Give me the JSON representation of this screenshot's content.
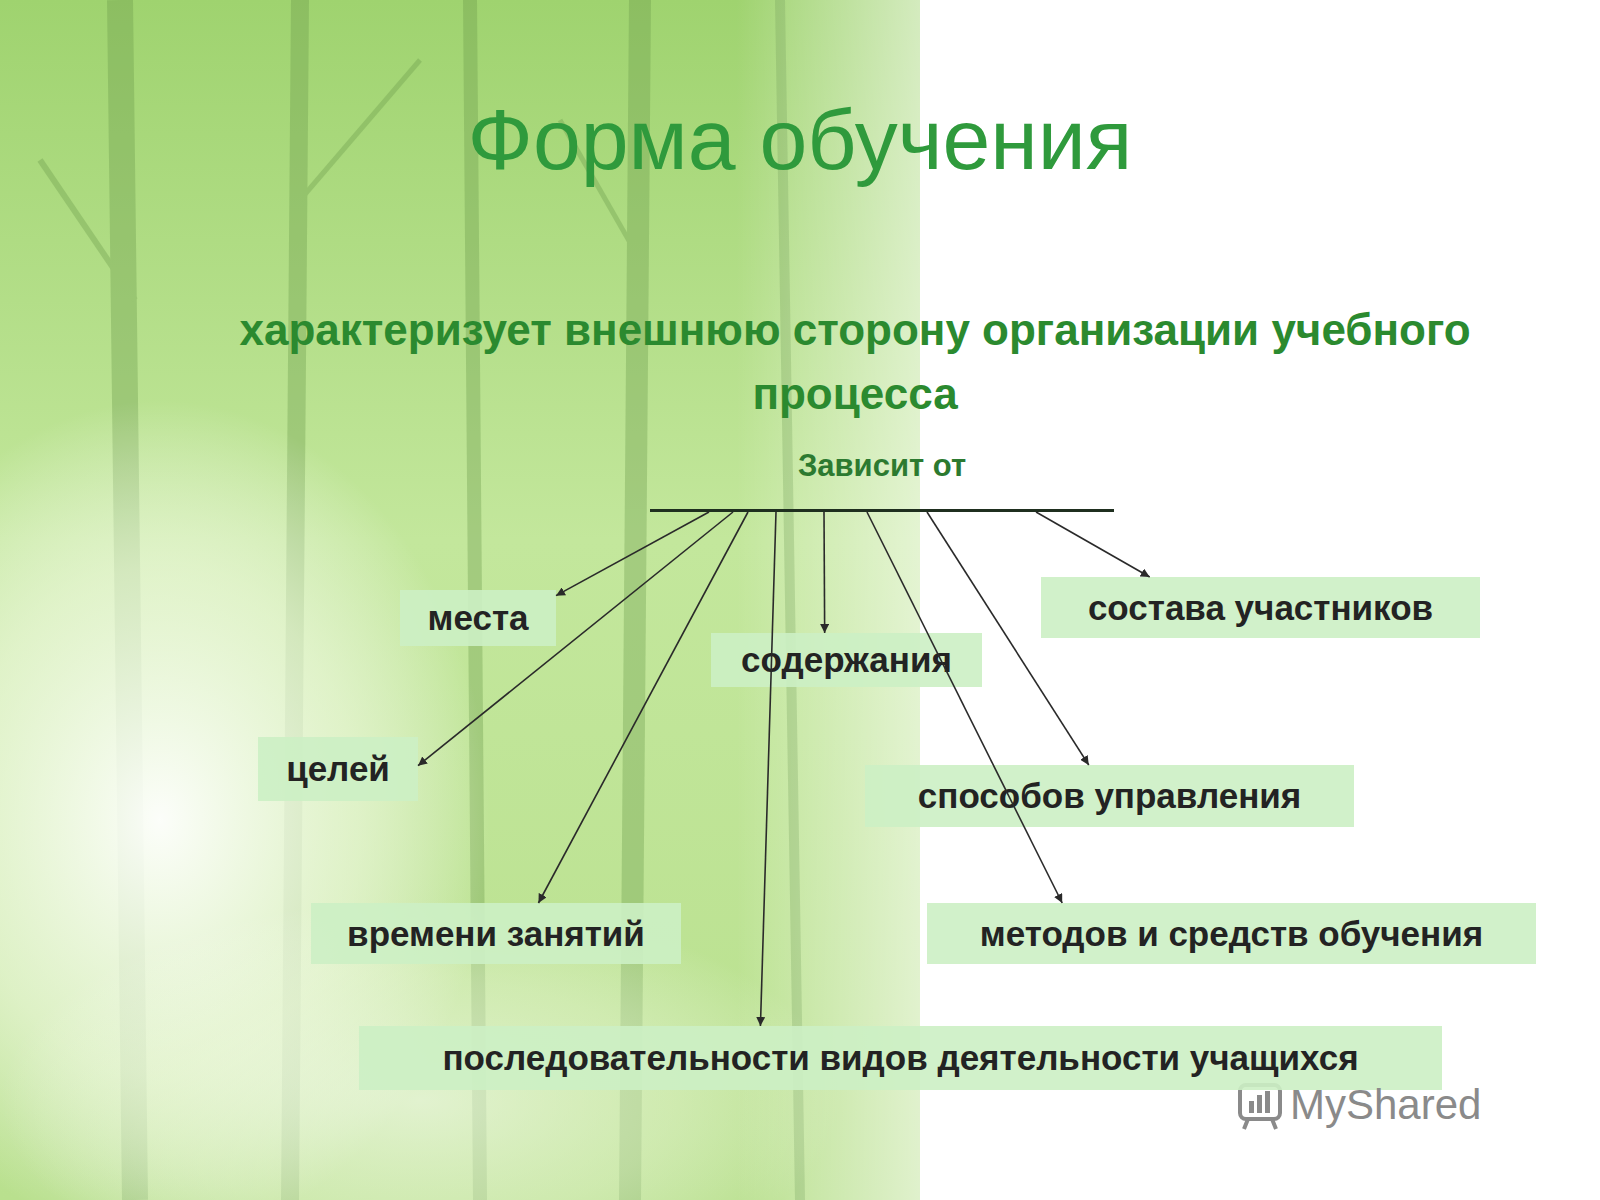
{
  "diagram": {
    "title": "Форма обучения",
    "nodes": [
      {
        "text": [
          "Зависит от"
        ]
      },
      {
        "text": [
          "места"
        ]
      },
      {
        "text": [
          "содержания"
        ]
      },
      {
        "text": [
          "состава участников"
        ]
      },
      {
        "text": [
          "целей"
        ]
      },
      {
        "text": [
          "способов управления"
        ]
      },
      {
        "text": [
          "времени занятий"
        ]
      },
      {
        "text": [
          "методов и средств обучения"
        ]
      },
      {
        "text": [
          "последовательности видов деятельности учащихся"
        ]
      }
    ],
    "edges": [
      {
        "from": 0,
        "to": 1,
        "arrow": "to"
      },
      {
        "from": 0,
        "to": 4,
        "arrow": "to"
      },
      {
        "from": 0,
        "to": 6,
        "arrow": "to"
      },
      {
        "from": 0,
        "to": 8,
        "arrow": "to"
      },
      {
        "from": 0,
        "to": 2,
        "arrow": "to"
      },
      {
        "from": 0,
        "to": 7,
        "arrow": "to"
      },
      {
        "from": 0,
        "to": 5,
        "arrow": "to"
      },
      {
        "from": 0,
        "to": 3,
        "arrow": "to"
      }
    ],
    "labels": [
      "характеризует внешнюю сторону организации учебного процесса",
      "MyShared"
    ]
  }
}
